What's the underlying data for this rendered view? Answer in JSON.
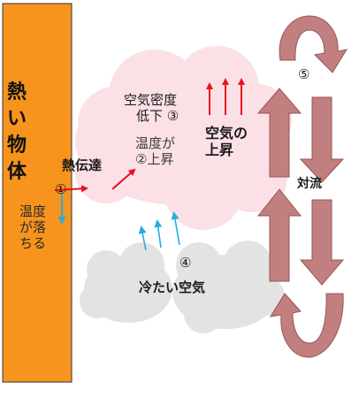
{
  "hot_object": {
    "label_lines": [
      "熱",
      "い",
      "物",
      "体"
    ],
    "color": "#f7941d"
  },
  "labels": {
    "heat_transfer": "熱伝達",
    "marker_1": "①",
    "temp_drop_lines": [
      "温度",
      "が落",
      "ちる"
    ],
    "temp_rise_lines": [
      "温度が",
      "②上昇"
    ],
    "density_lines": [
      "空気密度",
      "低下 ③"
    ],
    "air_rise_lines": [
      "空気の",
      "上昇"
    ],
    "marker_4": "④",
    "cool_air": "冷たい空気",
    "marker_5": "⑤",
    "convection": "対流"
  },
  "colors": {
    "warm_cloud": "#fbe0e6",
    "cool_cloud": "#e3e3e3",
    "red_arrow": "#e8101c",
    "blue_arrow": "#29abe2",
    "convection_arrow": "#c17f7f",
    "convection_arrow_stroke": "#9a5555"
  }
}
